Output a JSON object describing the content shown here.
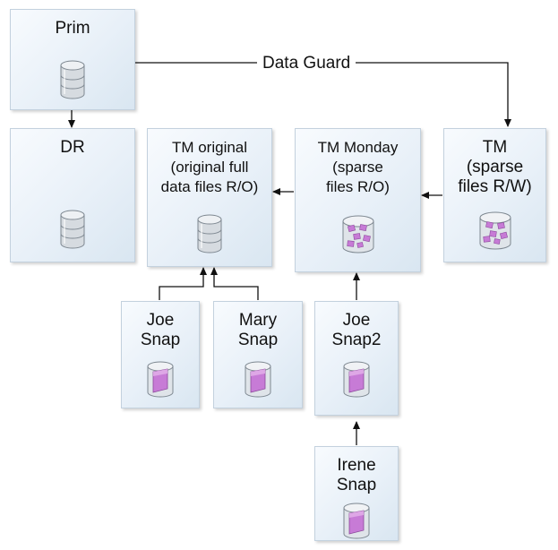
{
  "diagram": {
    "edge_label": "Data Guard",
    "nodes": [
      {
        "id": "prim",
        "label": "Prim",
        "icon": "database-icon"
      },
      {
        "id": "dr",
        "label": "DR",
        "icon": "database-icon"
      },
      {
        "id": "tm_original",
        "label": "TM original\n(original full\ndata files R/O)",
        "icon": "database-icon"
      },
      {
        "id": "tm_monday",
        "label": "TM Monday\n(sparse\nfiles R/O)",
        "icon": "sparse-database-icon"
      },
      {
        "id": "tm",
        "label": "TM\n(sparse\nfiles R/W)",
        "icon": "sparse-database-icon"
      },
      {
        "id": "joe_snap",
        "label": "Joe\nSnap",
        "icon": "snapshot-icon"
      },
      {
        "id": "mary_snap",
        "label": "Mary\nSnap",
        "icon": "snapshot-icon"
      },
      {
        "id": "joe_snap2",
        "label": "Joe\nSnap2",
        "icon": "snapshot-icon"
      },
      {
        "id": "irene_snap",
        "label": "Irene\nSnap",
        "icon": "snapshot-icon"
      }
    ],
    "edges": [
      {
        "from": "prim",
        "to": "dr"
      },
      {
        "from": "prim",
        "to": "tm",
        "label": "Data Guard"
      },
      {
        "from": "tm",
        "to": "tm_monday"
      },
      {
        "from": "tm_monday",
        "to": "tm_original"
      },
      {
        "from": "joe_snap",
        "to": "tm_original"
      },
      {
        "from": "mary_snap",
        "to": "tm_original"
      },
      {
        "from": "joe_snap2",
        "to": "tm_monday"
      },
      {
        "from": "irene_snap",
        "to": "joe_snap2"
      }
    ],
    "colors": {
      "box_border": "#c3d1de",
      "arrow": "#111111",
      "sparse_block": "#c77bd6"
    }
  }
}
